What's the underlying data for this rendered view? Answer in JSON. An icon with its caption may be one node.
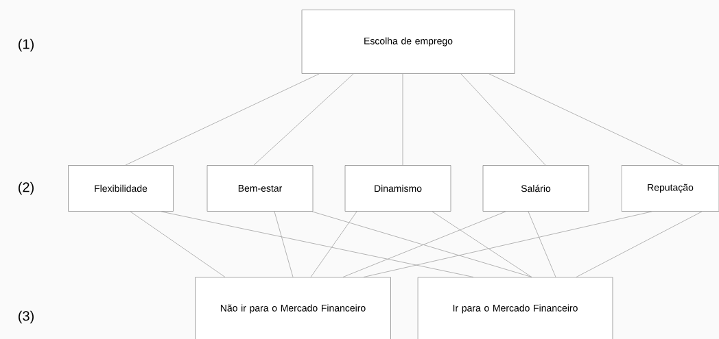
{
  "diagram": {
    "nodes": [
      {
        "text": [
          "Escolha de emprego"
        ]
      },
      {
        "text": [
          "Flexibilidade"
        ]
      },
      {
        "text": [
          "Bem-estar"
        ]
      },
      {
        "text": [
          "Dinamismo"
        ]
      },
      {
        "text": [
          "Salário"
        ]
      },
      {
        "text": [
          "Reputação"
        ]
      },
      {
        "text": [
          "Não ir para o Mercado Financeiro"
        ]
      },
      {
        "text": [
          "Ir para o Mercado Financeiro"
        ]
      }
    ],
    "edges": [
      {
        "from": 0,
        "to": 1,
        "arrow": "none"
      },
      {
        "from": 0,
        "to": 2,
        "arrow": "none"
      },
      {
        "from": 0,
        "to": 3,
        "arrow": "none"
      },
      {
        "from": 0,
        "to": 4,
        "arrow": "none"
      },
      {
        "from": 0,
        "to": 5,
        "arrow": "none"
      },
      {
        "from": 1,
        "to": 6,
        "arrow": "none"
      },
      {
        "from": 1,
        "to": 7,
        "arrow": "none"
      },
      {
        "from": 2,
        "to": 6,
        "arrow": "none"
      },
      {
        "from": 2,
        "to": 7,
        "arrow": "none"
      },
      {
        "from": 3,
        "to": 6,
        "arrow": "none"
      },
      {
        "from": 3,
        "to": 7,
        "arrow": "none"
      },
      {
        "from": 4,
        "to": 6,
        "arrow": "none"
      },
      {
        "from": 4,
        "to": 7,
        "arrow": "none"
      },
      {
        "from": 5,
        "to": 6,
        "arrow": "none"
      },
      {
        "from": 5,
        "to": 7,
        "arrow": "none"
      }
    ],
    "labels": [
      "(1)",
      "(2)",
      "(3)"
    ]
  }
}
